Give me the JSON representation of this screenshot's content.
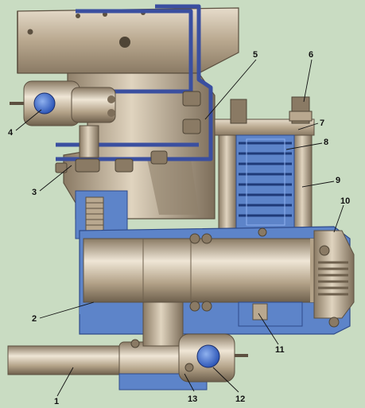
{
  "callouts": [
    {
      "id": "c1",
      "label": "1"
    },
    {
      "id": "c2",
      "label": "2"
    },
    {
      "id": "c3",
      "label": "3"
    },
    {
      "id": "c4",
      "label": "4"
    },
    {
      "id": "c5",
      "label": "5"
    },
    {
      "id": "c6",
      "label": "6"
    },
    {
      "id": "c7",
      "label": "7"
    },
    {
      "id": "c8",
      "label": "8"
    },
    {
      "id": "c9",
      "label": "9"
    },
    {
      "id": "c10",
      "label": "10"
    },
    {
      "id": "c11",
      "label": "11"
    },
    {
      "id": "c12",
      "label": "12"
    },
    {
      "id": "c13",
      "label": "13"
    }
  ],
  "colors": {
    "background": "#c9dcc2",
    "metal": "#b9a88f",
    "metal_dark": "#7d6e5a",
    "metal_light": "#e2d6c2",
    "section_blue": "#5d84c9",
    "pipe_blue": "#3a4fa0",
    "ink": "#111111"
  }
}
